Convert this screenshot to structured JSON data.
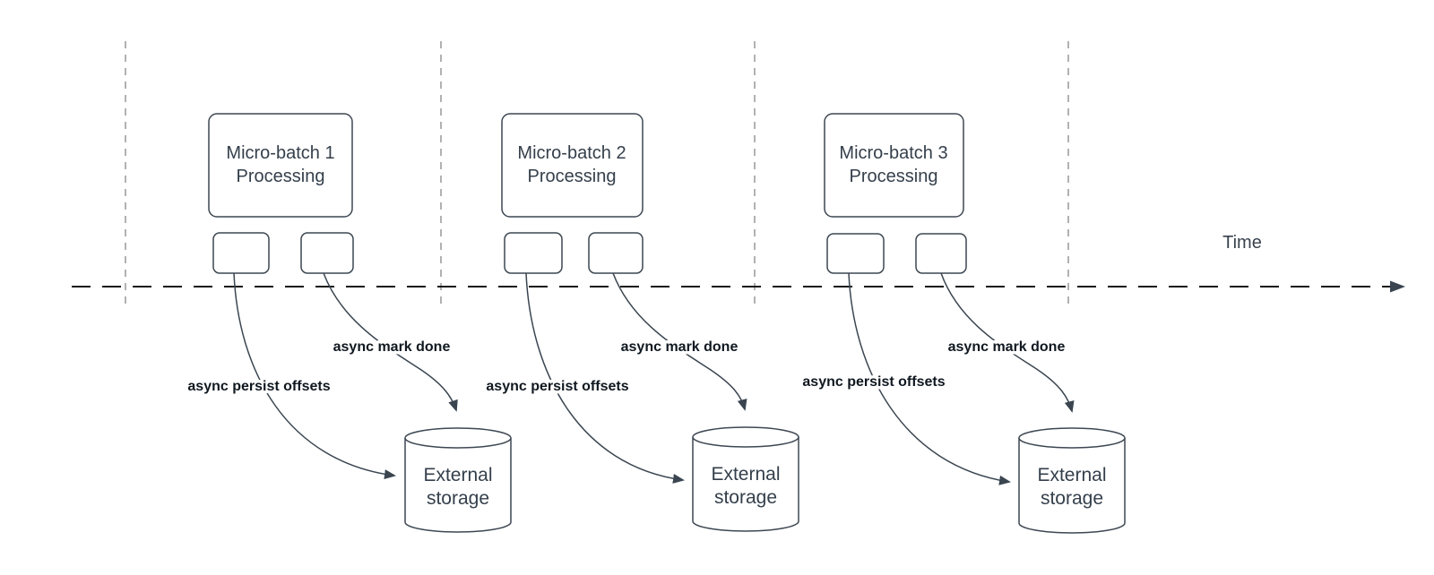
{
  "diagram": {
    "time_axis": {
      "label": "Time"
    },
    "groups": [
      {
        "title_line1": "Micro-batch 1",
        "title_line2": "Processing",
        "persist_label": "async persist offsets",
        "mark_label": "async mark done",
        "storage_line1": "External",
        "storage_line2": "storage"
      },
      {
        "title_line1": "Micro-batch 2",
        "title_line2": "Processing",
        "persist_label": "async persist offsets",
        "mark_label": "async mark done",
        "storage_line1": "External",
        "storage_line2": "storage"
      },
      {
        "title_line1": "Micro-batch 3",
        "title_line2": "Processing",
        "persist_label": "async persist offsets",
        "mark_label": "async mark done",
        "storage_line1": "External",
        "storage_line2": "storage"
      }
    ],
    "colors": {
      "background": "#ffffff",
      "shape_stroke": "#3d4752",
      "gridline": "#9e9e9e",
      "axis": "#161616",
      "shape_text": "#343f4b",
      "annotation_text": "#101820"
    }
  }
}
